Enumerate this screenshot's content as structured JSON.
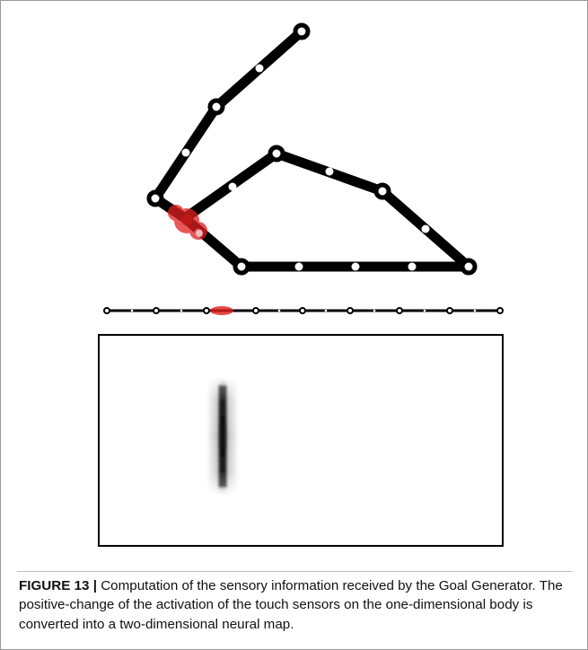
{
  "figure": {
    "caption_label": "FIGURE 13 |",
    "caption_text": " Computation of the sensory information received by the Goal Generator. The positive-change of the activation of the touch sensors on the one-dimensional body is converted into a two-dimensional neural map."
  },
  "colors": {
    "body": "#000000",
    "sensor": "#ffffff",
    "touch": "#e02020"
  },
  "panels": {
    "arm": "two-dimensional arm in contact with itself, touch region highlighted",
    "body_line": "one-dimensional body with touch sensors",
    "neural_map": "two-dimensional neural map with vertical activation blob"
  }
}
